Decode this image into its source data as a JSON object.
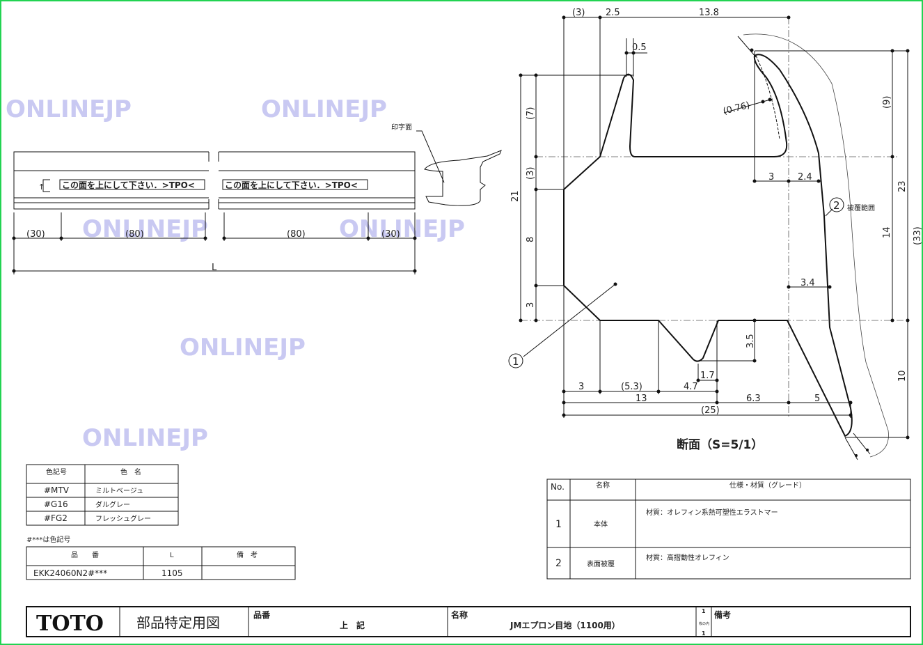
{
  "watermark": "ONLINEJP",
  "elevation": {
    "print_face_label": "印字面",
    "print_text": "この面を上にして下さい．>TPO<",
    "dims": [
      "(30)",
      "(80)",
      "(80)",
      "(30)"
    ],
    "length_label": "L"
  },
  "section": {
    "title": "断面（S=5/1）",
    "coating_label": "被覆範囲",
    "callout_1": "1",
    "callout_2": "2",
    "dims_top": [
      "(3)",
      "2.5",
      "13.8"
    ],
    "dim_05": "0.5",
    "dim_076": "(0.76)",
    "dim_3": "3",
    "dim_24": "2.4",
    "dim_34": "3.4",
    "dim_35": "3.5",
    "dim_17": "1.7",
    "dims_bottom1": [
      "3",
      "(5.3)",
      "4.7"
    ],
    "dims_bottom2": [
      "13",
      "6.3",
      "5"
    ],
    "dim_25": "(25)",
    "dims_left": [
      "(7)",
      "(3)",
      "8",
      "3"
    ],
    "dim_21": "21",
    "dims_right": [
      "(9)",
      "14",
      "23",
      "(33)",
      "10"
    ]
  },
  "color_table": {
    "headers": [
      "色記号",
      "色　名"
    ],
    "rows": [
      [
        "#MTV",
        "ミルトベージュ"
      ],
      [
        "#G16",
        "ダルグレー"
      ],
      [
        "#FG2",
        "フレッシュグレー"
      ]
    ],
    "note": "#***は色記号"
  },
  "part_table": {
    "headers": [
      "品　　番",
      "L",
      "備　考"
    ],
    "rows": [
      [
        "EKK24060N2#***",
        "1105",
        ""
      ]
    ]
  },
  "spec_table": {
    "headers": [
      "No.",
      "名称",
      "仕様・材質（グレード）"
    ],
    "rows": [
      [
        "1",
        "本体",
        "材質：オレフィン系熱可塑性エラストマー"
      ],
      [
        "2",
        "表面被覆",
        "材質：高摺動性オレフィン"
      ]
    ]
  },
  "title_block": {
    "brand": "TOTO",
    "doc_type": "部品特定用図",
    "part_no_label": "品番",
    "part_no_value": "上　記",
    "name_label": "名称",
    "name_value": "JMエプロン目地（1100用）",
    "sheet_top": "1",
    "sheet_mid": "枚の内",
    "sheet_bottom": "1",
    "remarks_label": "備考"
  }
}
